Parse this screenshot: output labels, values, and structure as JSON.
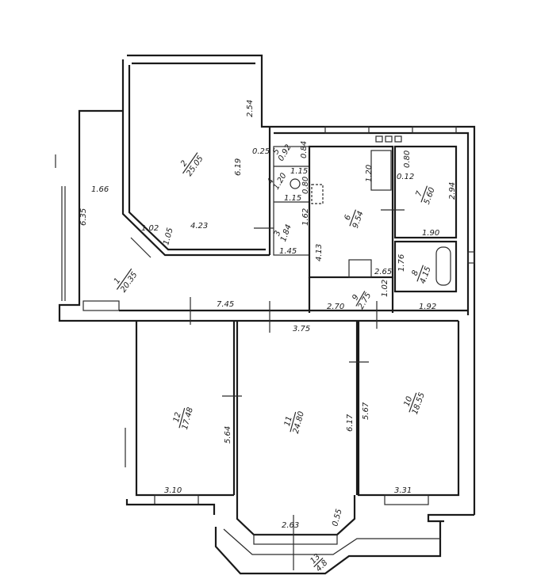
{
  "rooms": [
    {
      "no": "1",
      "area": "20.35"
    },
    {
      "no": "2",
      "area": "25.05"
    },
    {
      "no": "3",
      "area": "1.84"
    },
    {
      "no": "4",
      "area": "1.20"
    },
    {
      "no": "5",
      "area": "0.92"
    },
    {
      "no": "6",
      "area": "9.54"
    },
    {
      "no": "7",
      "area": "5.60"
    },
    {
      "no": "8",
      "area": "4.15"
    },
    {
      "no": "9",
      "area": "2.75"
    },
    {
      "no": "10",
      "area": "18.55"
    },
    {
      "no": "11",
      "area": "24.80"
    },
    {
      "no": "12",
      "area": "17.48"
    },
    {
      "no": "13",
      "area": "4.8"
    }
  ],
  "dimensions": {
    "d_1_66": "1.66",
    "d_6_35": "6.35",
    "d_1_02": "1.02",
    "d_1_05": "1.05",
    "d_4_23": "4.23",
    "d_6_19": "6.19",
    "d_2_54": "2.54",
    "d_0_25": "0.25",
    "d_1_15a": "1.15",
    "d_1_15b": "1.15",
    "d_0_80": "0.80",
    "d_0_84": "0.84",
    "d_1_62": "1.62",
    "d_1_45": "1.45",
    "d_4_13": "4.13",
    "d_1_20": "1.20",
    "d_0_80b": "0.80",
    "d_0_12": "0.12",
    "d_2_94": "2.94",
    "d_1_90": "1.90",
    "d_2_65": "2.65",
    "d_1_76": "1.76",
    "d_1_02b": "1.02",
    "d_7_45": "7.45",
    "d_2_70": "2.70",
    "d_1_92": "1.92",
    "d_3_75": "3.75",
    "d_5_64": "5.64",
    "d_6_17": "6.17",
    "d_5_67": "5.67",
    "d_3_10": "3.10",
    "d_3_31": "3.31",
    "d_2_63": "2.63",
    "d_0_55": "0.55"
  }
}
